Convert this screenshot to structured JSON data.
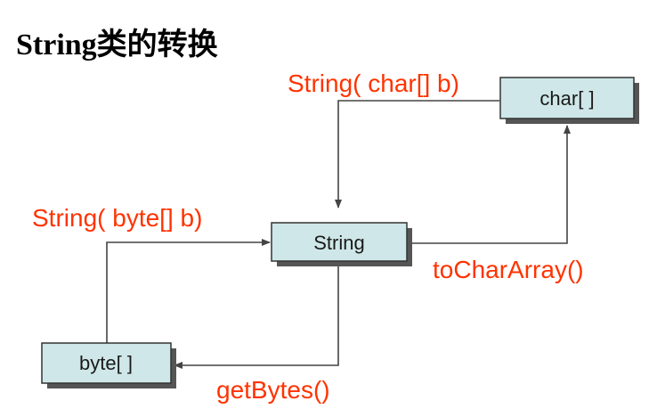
{
  "title": "String类的转换",
  "colors": {
    "label": "#ff3300",
    "box_fill": "#cfe7e8",
    "box_stroke": "#333333",
    "shadow": "#555555",
    "line": "#444444"
  },
  "nodes": {
    "char_array": "char[ ]",
    "string": "String",
    "byte_array": "byte[ ]"
  },
  "edges": {
    "from_char_array": "String( char[] b)",
    "from_byte_array": "String( byte[] b)",
    "to_char_array": "toCharArray()",
    "get_bytes": "getBytes()"
  }
}
